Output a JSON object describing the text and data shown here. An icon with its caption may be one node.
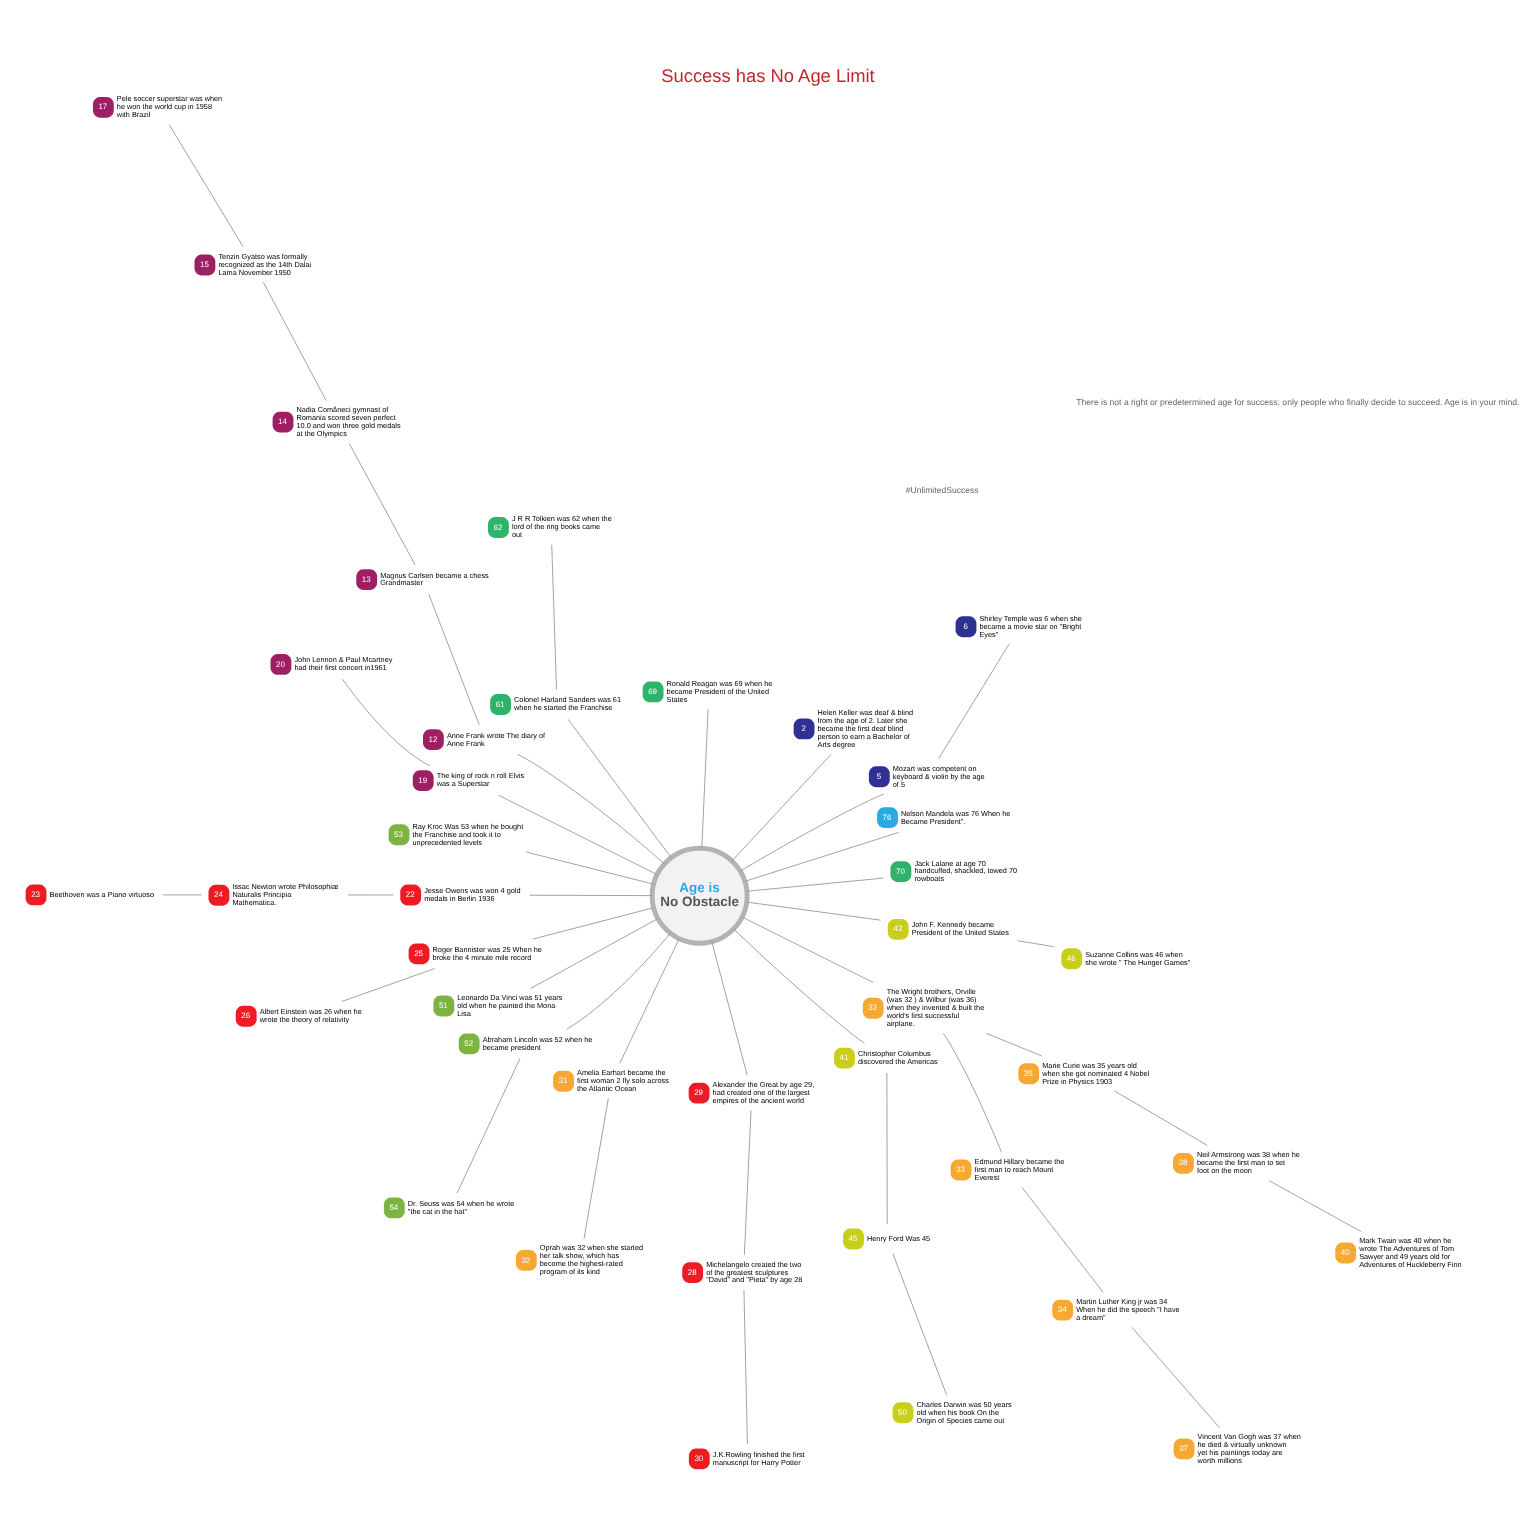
{
  "diagram": {
    "title": "Success has No Age Limit",
    "nodes": [
      {
        "text": [
          "Age is",
          "No Obstacle"
        ]
      },
      {
        "text": [
          "70"
        ],
        "beside": [
          "Jack Lalane at age 70 handcuffed, shackled, towed 70 rowboats"
        ]
      },
      {
        "text": [
          "76"
        ],
        "beside": [
          "Nelson Mandela was 76 When he Became President\"."
        ]
      },
      {
        "text": [
          "6"
        ],
        "beside": [
          "Shirley Temple was 6 when she became a movie star on \"Bright Eyes\""
        ]
      },
      {
        "text": [
          "5"
        ],
        "beside": [
          "Mozart was competent on keyboard & violin by the age of 5"
        ]
      },
      {
        "text": [
          "17"
        ],
        "beside": [
          "Pele soccer superstar was when he won the world cup in 1958 with Brazil"
        ]
      },
      {
        "text": [
          "15"
        ],
        "beside": [
          "Tenzin Gyatso was formally recognized as the 14th Dalai Lama November 1950"
        ]
      },
      {
        "text": [
          "2"
        ],
        "beside": [
          "Helen Keller was deaf & blind from the age of 2. Later she became the first deaf blind person to earn a Bachelor of Arts degree"
        ]
      },
      {
        "text": [
          "14"
        ],
        "beside": [
          "Nadia Comăneci gymnast of Romania scored seven perfect 10.0 and won three gold medals at the Olympics"
        ]
      },
      {
        "text": [
          "69"
        ],
        "beside": [
          "Ronald Reagan was 69 when he became President of the United States"
        ]
      },
      {
        "text": [
          "13"
        ],
        "beside": [
          "Magnus Carlsen became a chess Grandmaster"
        ]
      },
      {
        "text": [
          "62"
        ],
        "beside": [
          "J R R Tolkien was 62 when the lord of the ring books came out"
        ]
      },
      {
        "text": [
          "61"
        ],
        "beside": [
          "Colonel Harland Sanders was 61 when he started the Franchise"
        ]
      },
      {
        "text": [
          "20"
        ],
        "beside": [
          "John Lennon & Paul Mcartney had their first concert in1961"
        ]
      },
      {
        "text": [
          "12"
        ],
        "beside": [
          "Anne Frank wrote The diary of Anne Frank"
        ]
      },
      {
        "text": [
          "19"
        ],
        "beside": [
          "The king of rock n roll Elvis was a Superstar"
        ]
      },
      {
        "text": [
          "53"
        ],
        "beside": [
          "Ray Kroc Was 53 when he bought the Franchise and took it to unprecedented levels"
        ]
      },
      {
        "text": [
          "22"
        ],
        "beside": [
          "Jesse Owens was won 4 gold medals in Berlin 1936"
        ]
      },
      {
        "text": [
          "23"
        ],
        "beside": [
          "Beethoven was a Piano virtuoso"
        ]
      },
      {
        "text": [
          "24"
        ],
        "beside": [
          "Issac Newton wrote Philosophiæ Naturalis Principia Mathematica."
        ]
      },
      {
        "text": [
          "25"
        ],
        "beside": [
          "Roger Bannister was 25 When he broke the 4 minute mile record"
        ]
      },
      {
        "text": [
          "51"
        ],
        "beside": [
          "Leonardo Da Vinci was 51 years old when he painted the Mona Lisa"
        ]
      },
      {
        "text": [
          "26"
        ],
        "beside": [
          "Albert Einstein was 26 when he wrote the theory of relativity"
        ]
      },
      {
        "text": [
          "52"
        ],
        "beside": [
          "Abraham Lincoln was 52 when he became president"
        ]
      },
      {
        "text": [
          "31"
        ],
        "beside": [
          "Amelia Earhart became the first woman 2 fly solo across the Atlantic Ocean"
        ]
      },
      {
        "text": [
          "29"
        ],
        "beside": [
          "Alexander the Great by age 29, had created one of the largest empires of the ancient world"
        ]
      },
      {
        "text": [
          "41"
        ],
        "beside": [
          "Christopher Columbus discovered the Americas"
        ]
      },
      {
        "text": [
          "32"
        ],
        "beside": [
          "Oprah was 32 when she started her talk show, which has become the highest-rated program of its kind"
        ]
      },
      {
        "text": [
          "32"
        ],
        "beside": [
          "The Wright brothers, Orville (was 32 ) & Wilbur (was 36) when they invented & built the world's first successful airplane."
        ]
      },
      {
        "text": [
          "28"
        ],
        "beside": [
          "Michelangelo created the two of the greatest sculptures \"David\" and \"Pieta\" by age 28"
        ]
      },
      {
        "text": [
          "54"
        ],
        "beside": [
          "Dr. Seuss was 54 when he wrote \"the cat in the hat\""
        ]
      },
      {
        "text": [
          "43"
        ],
        "beside": [
          "John F. Kennedy became President of the United States"
        ]
      },
      {
        "text": [
          "45"
        ],
        "beside": [
          "Henry Ford Was 45"
        ]
      },
      {
        "text": [
          "33"
        ],
        "beside": [
          "Edmund Hillary became the first man to reach Mount Everest"
        ]
      },
      {
        "text": [
          "35"
        ],
        "beside": [
          "Marie Curie was 35 years old when she got nominated 4 Nobel Prize in Physics 1903"
        ]
      },
      {
        "text": [
          "30"
        ],
        "beside": [
          "J.K.Rowling finished the first manuscript for Harry Potter"
        ]
      },
      {
        "text": [
          "46"
        ],
        "beside": [
          "Suzanne Collins was 46 when she wrote \" The Hunger Games\""
        ]
      },
      {
        "text": [
          "34"
        ],
        "beside": [
          "Martin Luther King jr was 34 When he did the speech \"I have a dream\""
        ]
      },
      {
        "text": [
          "38"
        ],
        "beside": [
          "Neil Armstrong was 38 when he became the first man to set foot on the moon"
        ]
      },
      {
        "text": [
          "50"
        ],
        "beside": [
          "Charles Darwin was 50 years old when his book On the Origin of Species came out"
        ]
      },
      {
        "text": [
          "37"
        ],
        "beside": [
          "Vincent Van Gogh was 37 when he died & virtually unknown yet his paintings today are worth millions"
        ]
      },
      {
        "text": [
          "40"
        ],
        "beside": [
          "Mark Twain was 40 when he wrote The Adventures of Tom Sawyer and 49 years old for Adventures of Huckleberry Finn"
        ]
      }
    ],
    "edges": [
      {
        "from": 0,
        "to": 1,
        "arrow": "none"
      },
      {
        "from": 0,
        "to": 9,
        "arrow": "none"
      },
      {
        "from": 0,
        "to": 12,
        "arrow": "none"
      },
      {
        "from": 12,
        "to": 11,
        "arrow": "none"
      },
      {
        "from": 0,
        "to": 2,
        "arrow": "none"
      },
      {
        "from": 0,
        "to": 7,
        "arrow": "none"
      },
      {
        "from": 0,
        "to": 4,
        "arrow": "none"
      },
      {
        "from": 4,
        "to": 3,
        "arrow": "none"
      },
      {
        "from": 0,
        "to": 14,
        "arrow": "none"
      },
      {
        "from": 14,
        "to": 10,
        "arrow": "none"
      },
      {
        "from": 10,
        "to": 8,
        "arrow": "none"
      },
      {
        "from": 8,
        "to": 6,
        "arrow": "none"
      },
      {
        "from": 6,
        "to": 5,
        "arrow": "none"
      },
      {
        "from": 0,
        "to": 15,
        "arrow": "none"
      },
      {
        "from": 15,
        "to": 13,
        "arrow": "none"
      },
      {
        "from": 0,
        "to": 17,
        "arrow": "none"
      },
      {
        "from": 17,
        "to": 19,
        "arrow": "none"
      },
      {
        "from": 19,
        "to": 18,
        "arrow": "none"
      },
      {
        "from": 0,
        "to": 20,
        "arrow": "none"
      },
      {
        "from": 20,
        "to": 22,
        "arrow": "none"
      },
      {
        "from": 0,
        "to": 25,
        "arrow": "none"
      },
      {
        "from": 25,
        "to": 29,
        "arrow": "none"
      },
      {
        "from": 29,
        "to": 35,
        "arrow": "none"
      },
      {
        "from": 0,
        "to": 24,
        "arrow": "none"
      },
      {
        "from": 24,
        "to": 27,
        "arrow": "none"
      },
      {
        "from": 0,
        "to": 28,
        "arrow": "none"
      },
      {
        "from": 28,
        "to": 33,
        "arrow": "none"
      },
      {
        "from": 33,
        "to": 37,
        "arrow": "none"
      },
      {
        "from": 37,
        "to": 40,
        "arrow": "none"
      },
      {
        "from": 28,
        "to": 34,
        "arrow": "none"
      },
      {
        "from": 34,
        "to": 38,
        "arrow": "none"
      },
      {
        "from": 38,
        "to": 41,
        "arrow": "none"
      },
      {
        "from": 0,
        "to": 26,
        "arrow": "none"
      },
      {
        "from": 26,
        "to": 32,
        "arrow": "none"
      },
      {
        "from": 32,
        "to": 39,
        "arrow": "none"
      },
      {
        "from": 0,
        "to": 31,
        "arrow": "none"
      },
      {
        "from": 31,
        "to": 36,
        "arrow": "none"
      },
      {
        "from": 0,
        "to": 16,
        "arrow": "none"
      },
      {
        "from": 0,
        "to": 23,
        "arrow": "none"
      },
      {
        "from": 0,
        "to": 21,
        "arrow": "none"
      },
      {
        "from": 23,
        "to": 30,
        "arrow": "none"
      }
    ],
    "labels": [
      "#UnlimitedSuccess",
      "There is not a right or predetermined age for success; only people who finally decide to succeed. Age is in your mind."
    ]
  }
}
